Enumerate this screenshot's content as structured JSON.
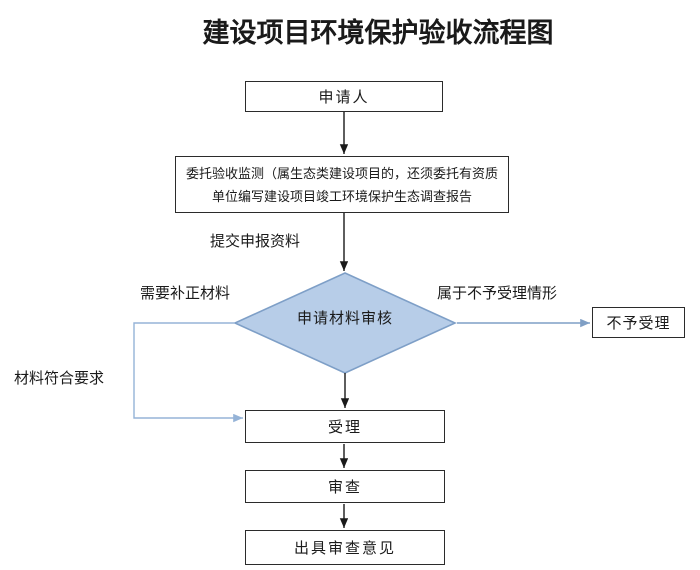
{
  "title": "建设项目环境保护验收流程图",
  "nodes": {
    "applicant": "申请人",
    "entrust_line1": "委托验收监测（属生态类建设项目的，还须委托有资质",
    "entrust_line2": "单位编写建设项目竣工环境保护生态调查报告",
    "review": "申请材料审核",
    "reject": "不予受理",
    "accept": "受理",
    "examine": "审查",
    "issue_opinion": "出具审查意见"
  },
  "edge_labels": {
    "submit_materials": "提交申报资料",
    "need_supplement": "需要补正材料",
    "not_accepted_case": "属于不予受理情形",
    "materials_ok": "材料符合要求"
  },
  "colors": {
    "text": "#1a1a1a",
    "line_color": "#1a1a1a",
    "box_border": "#2b2b2b",
    "diamond_fill": "#b7cde8",
    "diamond_border": "#7e9fc7",
    "connector_blue": "#95b3d7",
    "connector_blue_dark": "#7f9fc5"
  }
}
